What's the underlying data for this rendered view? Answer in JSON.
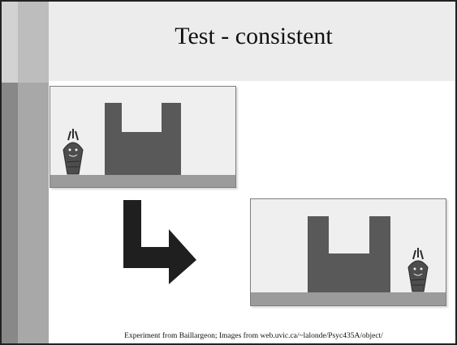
{
  "slide": {
    "title": "Test - consistent",
    "footer": "Experiment from Baillargeon; Images from web.uvic.ca/~lalonde/Psyc435A/object/"
  },
  "colors": {
    "screen_fill": "#595959",
    "ground_fill": "#9b9b9b",
    "scene_background": "#efefef",
    "arrow_fill": "#1f1f1f",
    "carrot_fill": "#4d4d4d"
  },
  "figures": {
    "scene_1_description": "carrot-left",
    "scene_2_description": "carrot-right",
    "arrow": "l-shaped-arrow-icon"
  }
}
